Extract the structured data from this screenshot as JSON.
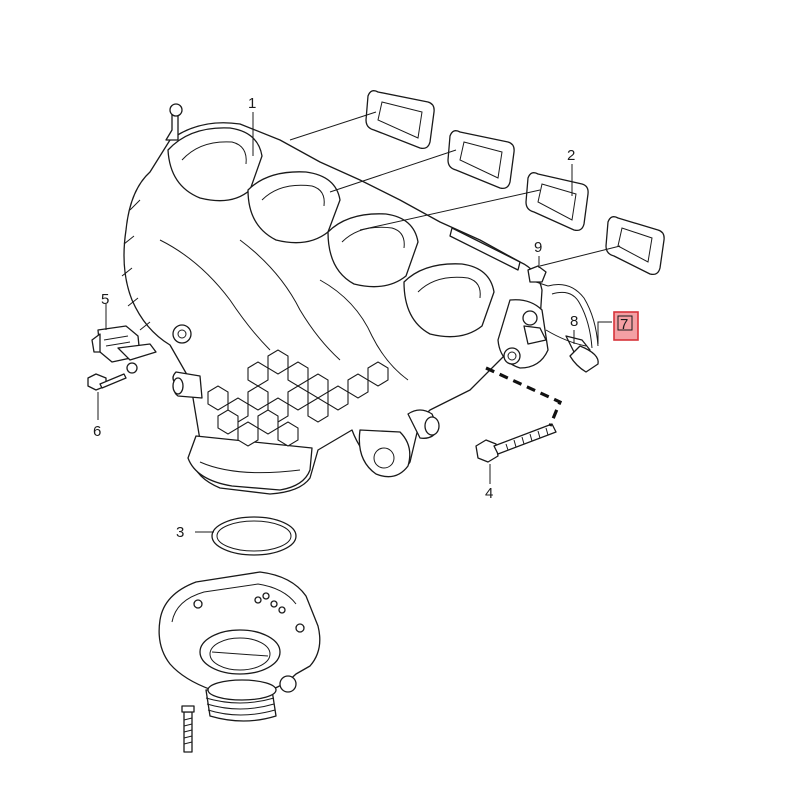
{
  "callouts": {
    "c1": "1",
    "c2": "2",
    "c3": "3",
    "c4": "4",
    "c5": "5",
    "c6": "6",
    "c7": "7",
    "c8": "8",
    "c9": "9"
  },
  "highlight": {
    "callout": "7",
    "border_color": "#d6333a",
    "fill_color": "#f4a0a4"
  }
}
